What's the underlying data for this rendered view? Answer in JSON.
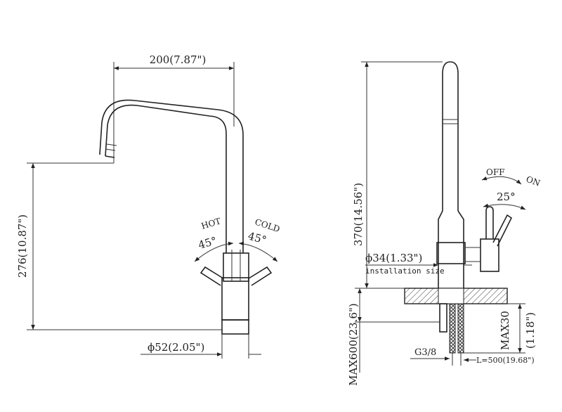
{
  "front_view": {
    "width_dim": "200(7.87\")",
    "height_dim": "276(10.87\")",
    "base_dia_dim": "ϕ52(2.05\")",
    "hot_label": "HOT",
    "cold_label": "COLD",
    "hot_angle": "45°",
    "cold_angle": "45°"
  },
  "side_view": {
    "height_dim": "370(14.56\")",
    "hole_dia_dim": "ϕ34(1.33\")",
    "installation_label": "installation size",
    "off_label": "OFF",
    "on_label": "ON",
    "lever_angle": "25°",
    "deck_max_dim": "MAX600(23.6\")",
    "shank_max_dim": "MAX30",
    "shank_max_dim_in": "(1.18\")",
    "thread_label": "G3/8",
    "hose_length": "L=500(19.68\")"
  },
  "colors": {
    "line": "#222222",
    "background": "#ffffff"
  }
}
